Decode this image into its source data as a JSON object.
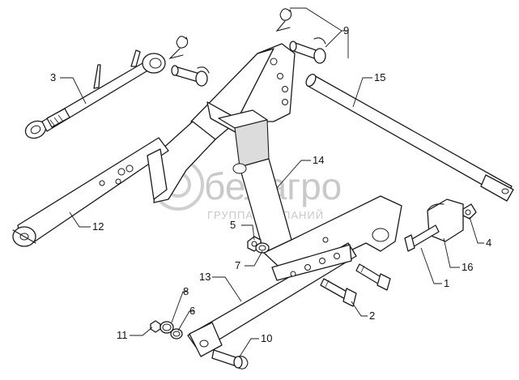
{
  "watermark": {
    "brand": "белагро",
    "tagline": "ГРУППА КОМПАНИЙ"
  },
  "callouts": [
    {
      "id": "c1",
      "label": "1"
    },
    {
      "id": "c2",
      "label": "2"
    },
    {
      "id": "c3",
      "label": "3"
    },
    {
      "id": "c4",
      "label": "4"
    },
    {
      "id": "c5",
      "label": "5"
    },
    {
      "id": "c6",
      "label": "6"
    },
    {
      "id": "c7",
      "label": "7"
    },
    {
      "id": "c8",
      "label": "8"
    },
    {
      "id": "c9",
      "label": "9"
    },
    {
      "id": "c10",
      "label": "10"
    },
    {
      "id": "c11",
      "label": "11"
    },
    {
      "id": "c12",
      "label": "12"
    },
    {
      "id": "c13",
      "label": "13"
    },
    {
      "id": "c14",
      "label": "14"
    },
    {
      "id": "c15",
      "label": "15"
    },
    {
      "id": "c16",
      "label": "16"
    }
  ]
}
